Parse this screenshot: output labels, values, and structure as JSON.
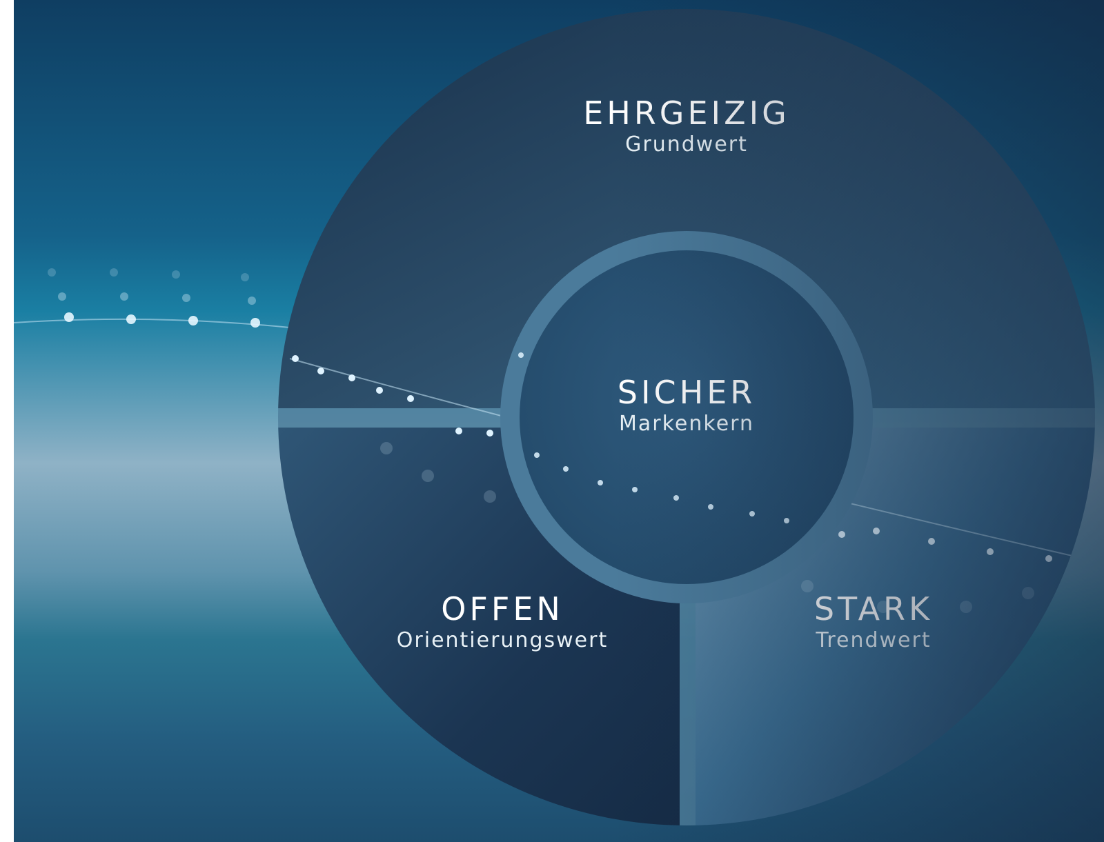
{
  "diagram": {
    "center": {
      "title": "SICHER",
      "subtitle": "Markenkern"
    },
    "segments": [
      {
        "id": "top",
        "title": "EHRGEIZIG",
        "subtitle": "Grundwert"
      },
      {
        "id": "bottom-left",
        "title": "OFFEN",
        "subtitle": "Orientierungswert"
      },
      {
        "id": "bottom-right",
        "title": "STARK",
        "subtitle": "Trendwert"
      }
    ],
    "colors": {
      "segment_dark": "#1b3550",
      "segment_mid": "#2f5a78",
      "separator": "#4d7d9c",
      "text": "#ffffff",
      "particles": "#d6f0ff"
    }
  }
}
